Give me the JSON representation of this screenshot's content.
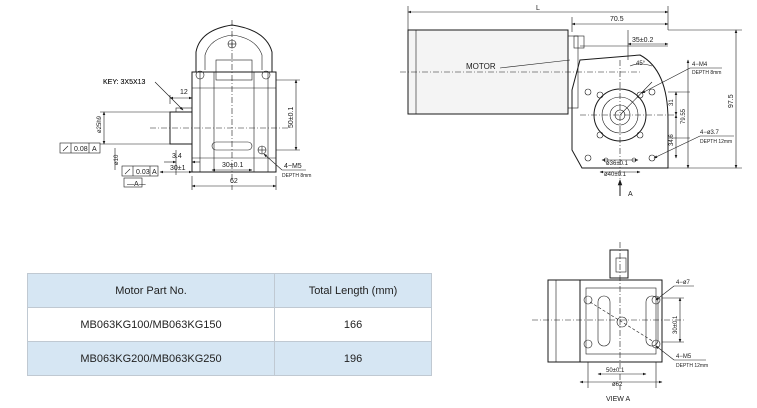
{
  "left_view": {
    "key": "KEY: 3X5X13",
    "dim_12": "12",
    "dim_shaft_dia": "ø25h9",
    "dim_34": "3.4",
    "dim_30a": "30±1",
    "dim_30b": "30±0.1",
    "dim_62": "62",
    "dim_50": "50±0.1",
    "tol_1": "0.08",
    "tol_1_ref": "A",
    "dim_bore": "ø10",
    "tol_2": "0.03",
    "tol_2_ref": "A",
    "datum": "A",
    "hole": "4-M5",
    "hole_depth": "DEPTH 8mm"
  },
  "right_view": {
    "dim_L": "L",
    "dim_705": "70.5",
    "dim_35": "35±0.2",
    "motor_label": "MOTOR",
    "angle": "45°",
    "hole_m4": "4-M4",
    "hole_m4_depth": "DEPTH 8mm",
    "dim_31": "31",
    "dim_7955": "79.55",
    "dim_975": "97.5",
    "dim_346": "34.6",
    "hole_37": "4-ø3.7",
    "hole_37_depth": "DEPTH 12mm",
    "dim_36": "ø36±0.1",
    "dim_40": "ø40±0.1",
    "view_arrow": "A"
  },
  "view_a": {
    "hole_7": "4-ø7",
    "dim_30": "30±0.1",
    "hole_m5": "4-M5",
    "hole_m5_depth": "DEPTH 12mm",
    "dim_50": "50±0.1",
    "dim_62": "ø62",
    "caption": "VIEW  A"
  },
  "table": {
    "headers": [
      "Motor Part No.",
      "Total Length (mm)"
    ],
    "rows": [
      {
        "part": "MB063KG100/MB063KG150",
        "length": "166"
      },
      {
        "part": "MB063KG200/MB063KG250",
        "length": "196"
      }
    ]
  }
}
